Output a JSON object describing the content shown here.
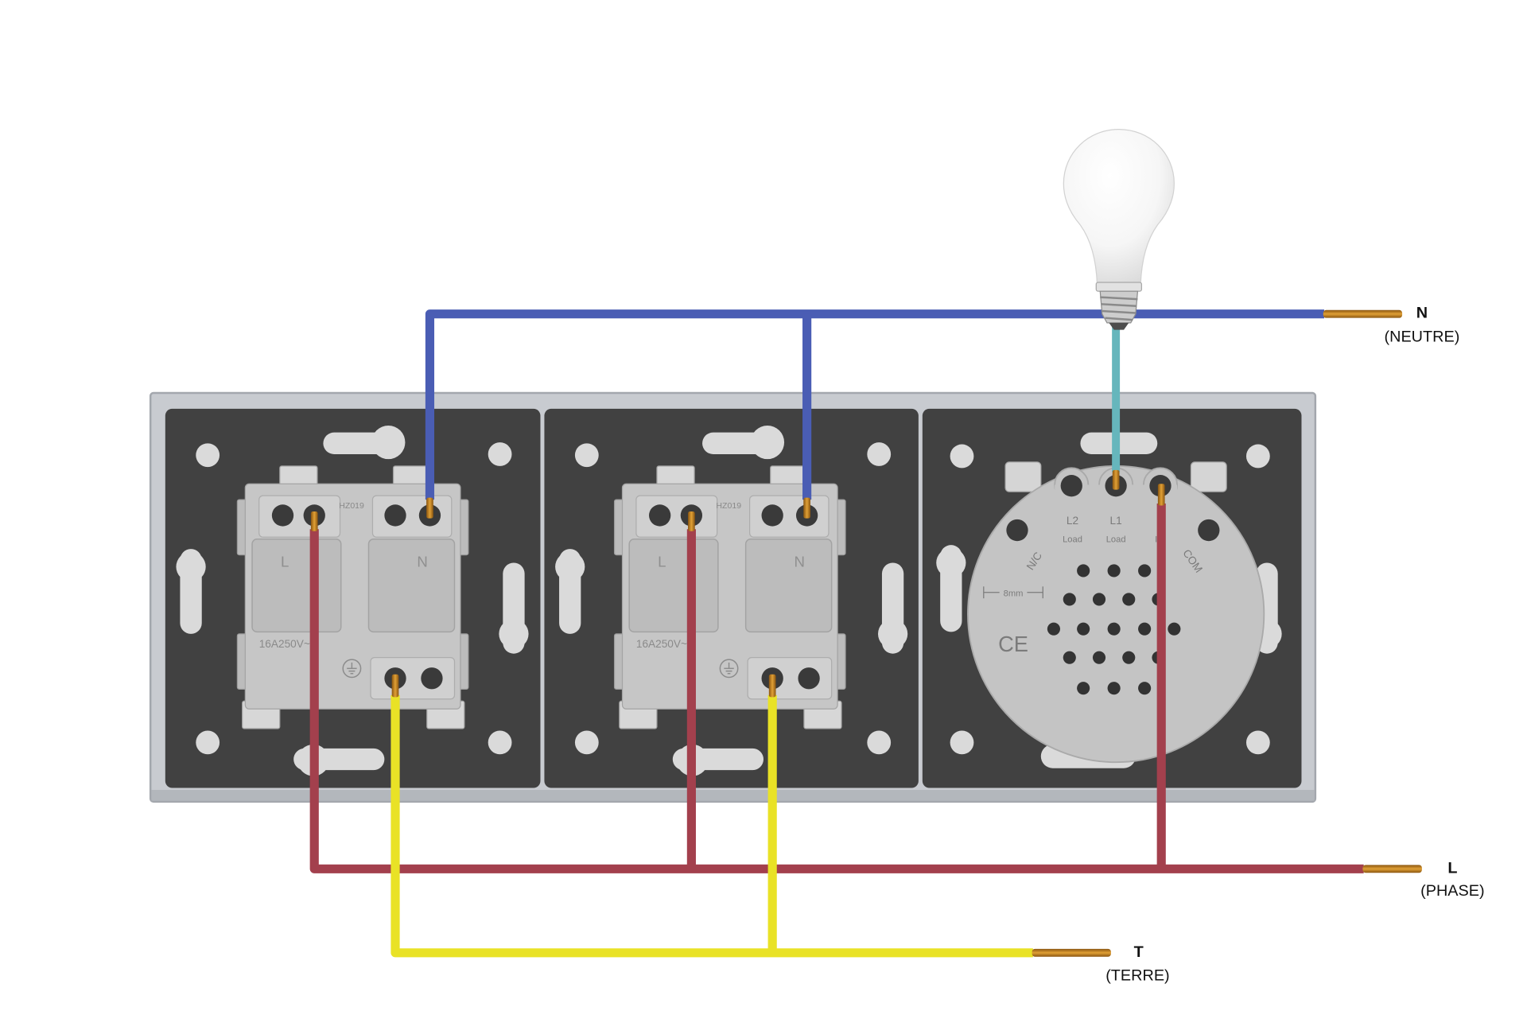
{
  "wires": {
    "neutral": {
      "label": "N",
      "sublabel": "(NEUTRE)",
      "color": "#4a5db4"
    },
    "phase": {
      "label": "L",
      "sublabel": "(PHASE)",
      "color": "#a3404d"
    },
    "earth": {
      "label": "T",
      "sublabel": "(TERRE)",
      "color": "#e9e226"
    },
    "lamp_feed": {
      "color": "#66b6bc"
    },
    "copper_color": "#e0a035",
    "copper_shadow": "#8a5510"
  },
  "sockets": [
    {
      "model": "HZ019",
      "rating": "16A250V~",
      "terminal_l": "L",
      "terminal_n": "N",
      "earth_icon": "earth-symbol-icon"
    },
    {
      "model": "HZ019",
      "rating": "16A250V~",
      "terminal_l": "L",
      "terminal_n": "N",
      "earth_icon": "earth-symbol-icon"
    }
  ],
  "switch": {
    "terminals": [
      {
        "name": "L2",
        "sub": "Load"
      },
      {
        "name": "L1",
        "sub": "Load"
      },
      {
        "name": "L",
        "sub": "IN"
      }
    ],
    "nc_label": "N/C",
    "com_label": "COM",
    "ce_mark": "CE",
    "strip_gauge": "8mm"
  },
  "lamp": {
    "icon": "light-bulb-icon"
  }
}
